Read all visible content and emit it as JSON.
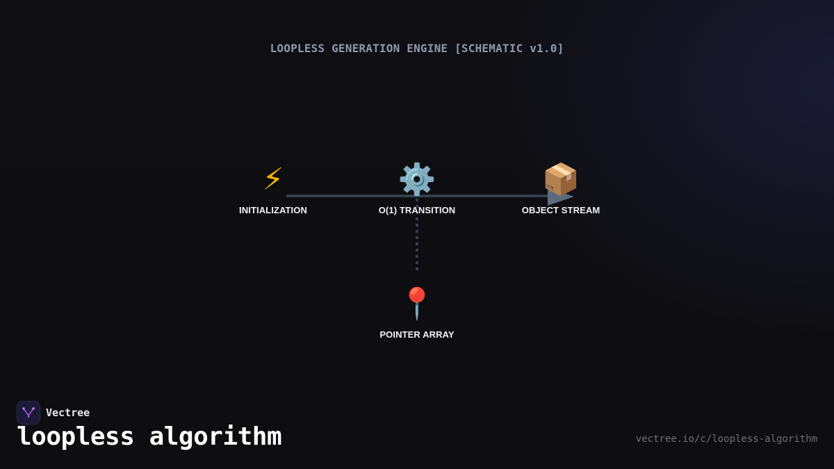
{
  "diagram": {
    "title": "LOOPLESS GENERATION ENGINE [SCHEMATIC v1.0]",
    "nodes": [
      {
        "id": "init",
        "label": "INITIALIZATION",
        "icon": "lightning-bolt-icon",
        "glyph": "⚡"
      },
      {
        "id": "transition",
        "label": "O(1) TRANSITION",
        "icon": "gear-icon",
        "glyph": "⚙️"
      },
      {
        "id": "stream",
        "label": "OBJECT STREAM",
        "icon": "package-icon",
        "glyph": "📦"
      },
      {
        "id": "pointer",
        "label": "POINTER ARRAY",
        "icon": "pushpin-icon",
        "glyph": "📍"
      }
    ],
    "edges": [
      {
        "from": "init",
        "to": "stream",
        "style": "solid",
        "arrow": true
      },
      {
        "from": "transition",
        "to": "pointer",
        "style": "dotted",
        "arrow": false
      }
    ],
    "colors": {
      "edge": "#3a4556",
      "arrow": "#5c6b7e",
      "title": "#8c99ad",
      "label": "#f2f2f5"
    }
  },
  "footer": {
    "brand_name": "Vectree",
    "brand_icon": "vectree-logo-icon",
    "heading": "loopless algorithm",
    "url": "vectree.io/c/loopless-algorithm"
  },
  "theme": {
    "background": "#0f0f13",
    "accent": "#9b4fd8"
  }
}
